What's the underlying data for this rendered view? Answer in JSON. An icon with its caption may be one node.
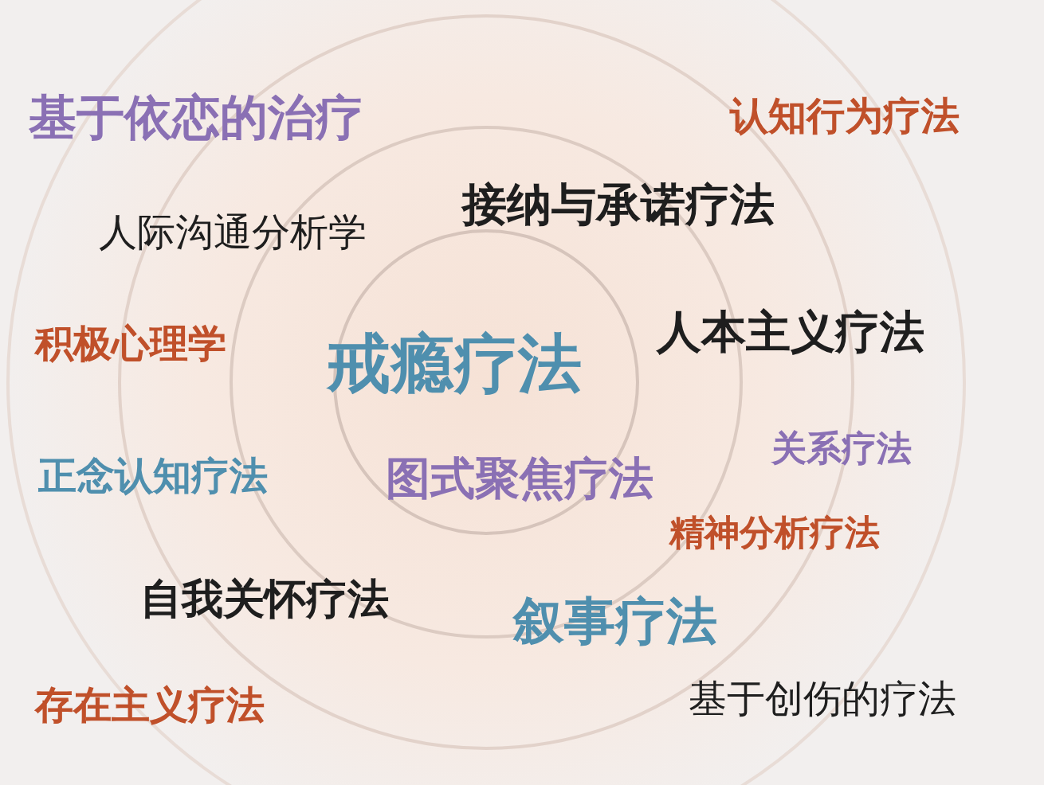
{
  "diagram": {
    "labels": [
      "基于依恋的治疗",
      "认知行为疗法",
      "人际沟通分析学",
      "接纳与承诺疗法",
      "积极心理学",
      "戒瘾疗法",
      "人本主义疗法",
      "关系疗法",
      "正念认知疗法",
      "图式聚焦疗法",
      "精神分析疗法",
      "自我关怀疗法",
      "叙事疗法",
      "存在主义疗法",
      "基于创伤的疗法"
    ]
  }
}
